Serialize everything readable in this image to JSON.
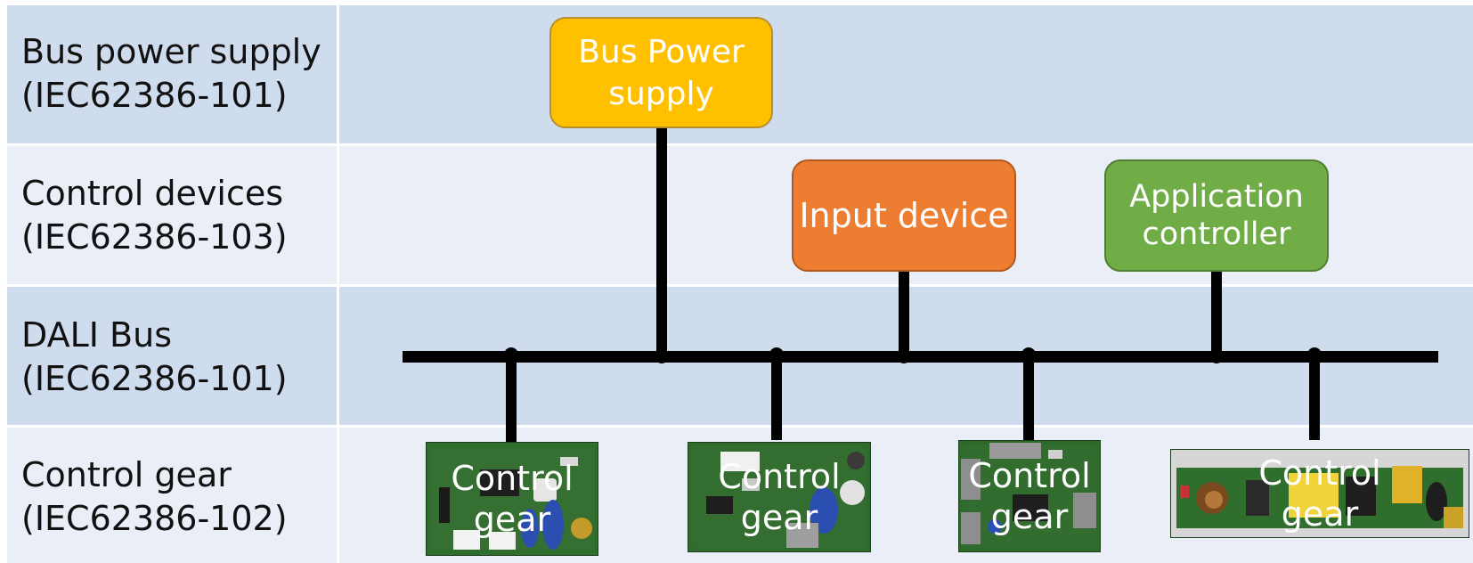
{
  "rows": [
    {
      "title": "Bus power supply",
      "standard": "(IEC62386-101)"
    },
    {
      "title": "Control devices",
      "standard": "(IEC62386-103)"
    },
    {
      "title": "DALI Bus",
      "standard": "(IEC62386-101)"
    },
    {
      "title": "Control gear",
      "standard": "(IEC62386-102)"
    }
  ],
  "boxes": {
    "bus_power_supply": {
      "line1": "Bus Power",
      "line2": "supply",
      "color": "#ffc000"
    },
    "input_device": {
      "label": "Input device",
      "color": "#ed7d31"
    },
    "application_controller": {
      "line1": "Application",
      "line2": "controller",
      "color": "#70ad47"
    }
  },
  "control_gear": [
    {
      "line1": "Control",
      "line2": "gear"
    },
    {
      "line1": "Control",
      "line2": "gear"
    },
    {
      "line1": "Control",
      "line2": "gear"
    },
    {
      "line1": "Control",
      "line2": "gear"
    }
  ],
  "colors": {
    "row_dark": "#cfdcee",
    "row_light": "#e9eef7",
    "bus_line": "#000000",
    "pcb_green": "#2f6d2c"
  }
}
